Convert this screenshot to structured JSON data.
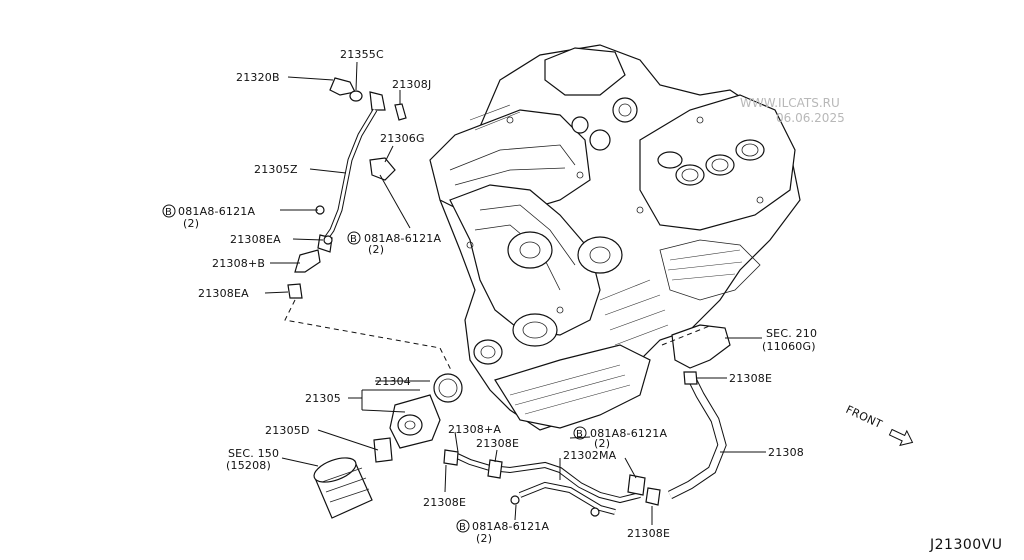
{
  "watermark": {
    "line1": "WWW.ILCATS.RU",
    "line2": "06.06.2025"
  },
  "diagram_code": "J21300VU",
  "front_label": "FRONT",
  "callouts": {
    "c21355C": "21355C",
    "c21320B": "21320B",
    "c21308J": "21308J",
    "c21306G": "21306G",
    "c21305Z": "21305Z",
    "bolt_a": "081A8-6121A",
    "bolt_a_qty": "(2)",
    "c21308EA_1": "21308EA",
    "bolt_b": "081A8-6121A",
    "bolt_b_qty": "(2)",
    "c21308B": "21308+B",
    "c21308EA_2": "21308EA",
    "sec210_a": "SEC. 210",
    "sec210_b": "(11060G)",
    "c21308E_r": "21308E",
    "c21304": "21304",
    "c21305": "21305",
    "c21305D": "21305D",
    "sec150_a": "SEC. 150",
    "sec150_b": "(15208)",
    "c21308A": "21308+A",
    "c21308E_m": "21308E",
    "bolt_c": "081A8-6121A",
    "bolt_c_qty": "(2)",
    "c21302MA": "21302MA",
    "c21308": "21308",
    "c21308E_l": "21308E",
    "bolt_d": "081A8-6121A",
    "bolt_d_qty": "(2)",
    "c21308E_b": "21308E",
    "bolt_symbol": "B"
  }
}
